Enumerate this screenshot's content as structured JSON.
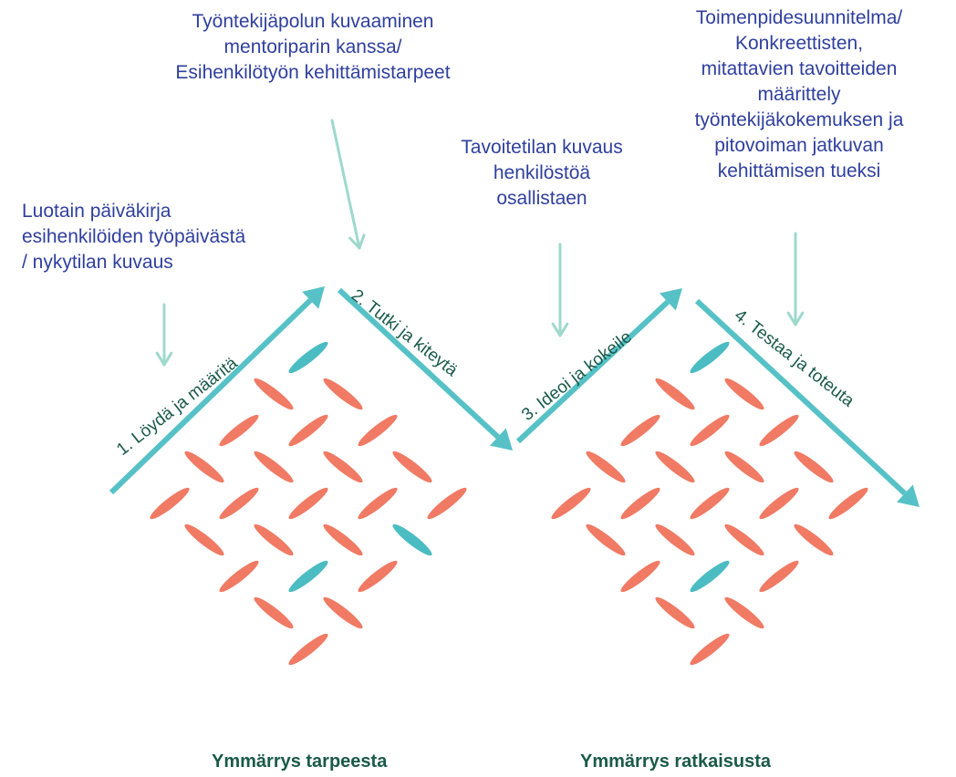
{
  "colors": {
    "arrow": "#56c1c6",
    "pointer": "#9ed9cc",
    "dash_orange": "#f07a64",
    "dash_teal": "#4cbcc3",
    "annotation_text": "#2f3f9e",
    "phase_text": "#1a5a48"
  },
  "annotations": [
    {
      "lines": [
        "Luotain päiväkirja",
        "esihenkilöiden työpäivästä",
        "/ nykytilan kuvaus"
      ]
    },
    {
      "lines": [
        "Työntekijäpolun kuvaaminen",
        "mentoriparin kanssa/",
        "Esihenkilötyön kehittämistarpeet"
      ]
    },
    {
      "lines": [
        "Tavoitetilan kuvaus",
        "henkilöstöä",
        "osallistaen"
      ]
    },
    {
      "lines": [
        "Toimenpidesuunnitelma/",
        "Konkreettisten,",
        "mitattavien tavoitteiden",
        "määrittely",
        "työntekijäkokemuksen ja",
        "pitovoiman jatkuvan",
        "kehittämisen tueksi"
      ]
    }
  ],
  "phases": [
    {
      "label": "1. Löydä ja määritä"
    },
    {
      "label": "2. Tutki ja kiteytä"
    },
    {
      "label": "3. Ideoi ja kokeile"
    },
    {
      "label": "4. Testaa ja toteuta"
    }
  ],
  "bottom_labels": {
    "first": "Ymmärrys tarpeesta",
    "second": "Ymmärrys ratkaisusta"
  }
}
